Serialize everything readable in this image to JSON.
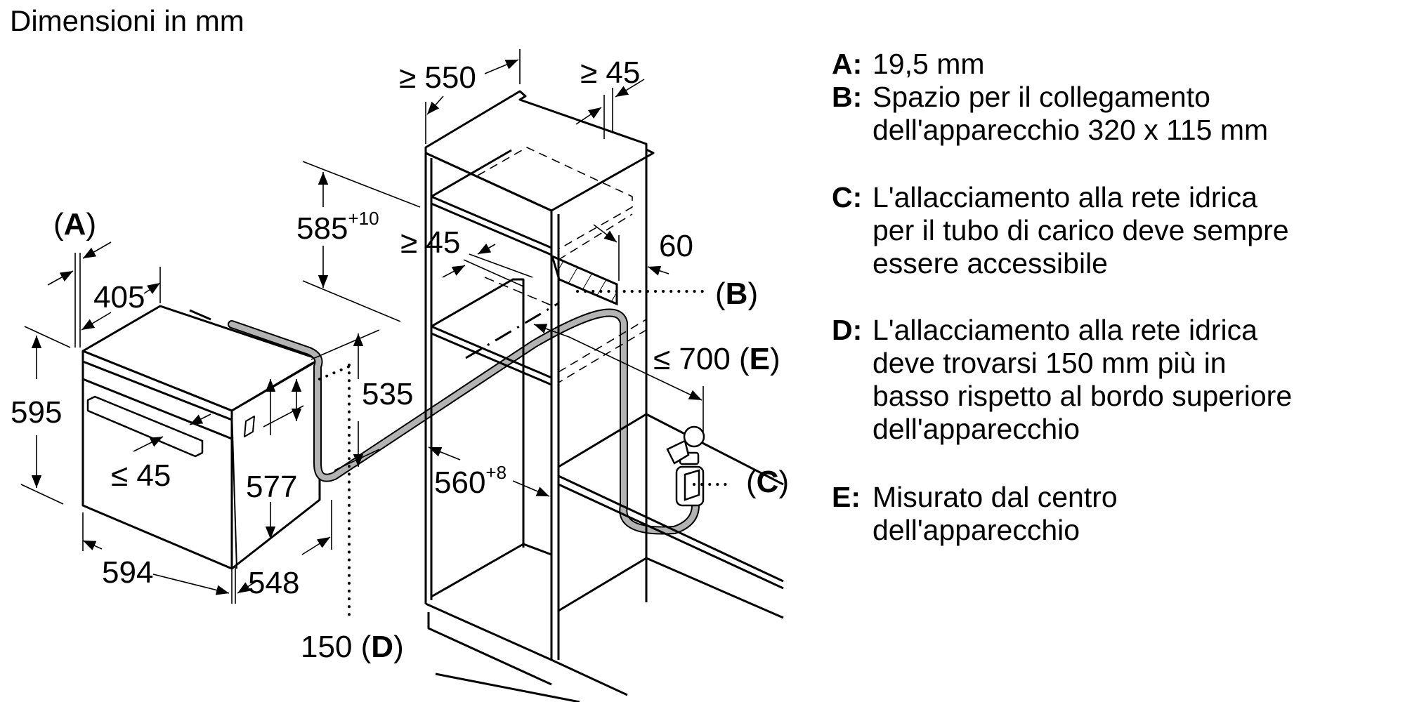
{
  "title": "Dimensioni in mm",
  "colors": {
    "line": "#000000",
    "hose": "#b3b3b3",
    "background": "#ffffff"
  },
  "labels": {
    "a_paren": "(A)",
    "oven_depth": "405",
    "oven_height": "595",
    "oven_width": "594",
    "oven_body_depth": "548",
    "oven_body_height": "577",
    "handle_depth": "≤ 45",
    "niche_height_low": "535",
    "d_label": "150 (D)",
    "cab_depth": "≥ 550",
    "cab_back_gap": "≥ 45",
    "niche_height": "585",
    "niche_height_tol": "+10",
    "front_gap": "≥ 45",
    "side_60": "60",
    "b_label": "(B)",
    "e_label": "≤ 700 (E)",
    "niche_width": "560",
    "niche_width_tol": "+8",
    "c_label": "(C)"
  },
  "legend": [
    {
      "key": "A:",
      "text": "19,5 mm"
    },
    {
      "key": "B:",
      "text": "Spazio per il collegamento\ndell'apparecchio 320 x 115 mm"
    },
    {
      "key": "C:",
      "text": "L'allacciamento alla rete idrica\nper il tubo di carico deve sempre\nessere accessibile"
    },
    {
      "key": "D:",
      "text": "L'allacciamento alla rete idrica\ndeve trovarsi 150 mm più in\nbasso rispetto al bordo superiore\ndell'apparecchio"
    },
    {
      "key": "E:",
      "text": "Misurato dal centro\ndell'apparecchio"
    }
  ]
}
